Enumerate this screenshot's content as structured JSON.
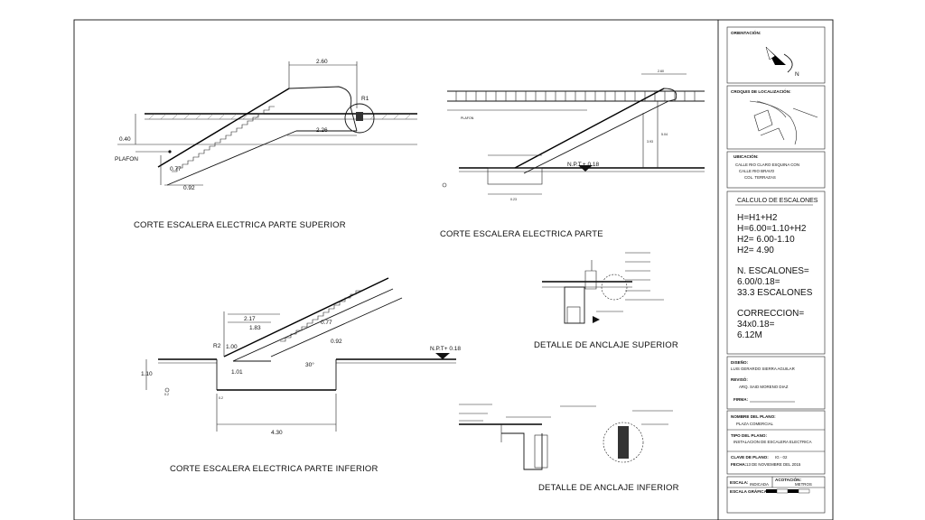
{
  "views": {
    "top_section": {
      "title": "CORTE ESCALERA ELECTRICA PARTE SUPERIOR",
      "dims": {
        "width": "2.60",
        "radius": "R1",
        "run": "2.26",
        "depth": "0.40",
        "step1": "0.77",
        "step2": "0.92"
      },
      "plafon_label": "PLAFON"
    },
    "side_section": {
      "title": "CORTE ESCALERA ELECTRICA PARTE",
      "level": "N.P.T.+ 0.18",
      "plafon_label": "PLAFON",
      "dims": {
        "height": "5.04",
        "height2": "3.93",
        "top": "2.60",
        "base": "0.23"
      }
    },
    "bottom_section": {
      "title": "CORTE ESCALERA ELECTRICA PARTE INFERIOR",
      "level": "N.P.T+ 0.18",
      "dims": {
        "top": "2.17",
        "top2": "1.83",
        "step1": "0.77",
        "step2": "0.92",
        "radius": "R2",
        "h1": "1.00",
        "h2": "1.01",
        "h3": "1.10",
        "angle": "30°",
        "pit": "0.2",
        "pit2": "0.2",
        "length": "4.30"
      }
    },
    "detail_top": {
      "title": "DETALLE DE ANCLAJE SUPERIOR"
    },
    "detail_bottom": {
      "title": "DETALLE DE ANCLAJE INFERIOR"
    }
  },
  "title_block": {
    "orientation_label": "ORIENTACIÓN:",
    "north": "N",
    "location_label": "CROQUIS DE LOCALIZACIÓN:",
    "address_label": "UBICACIÓN:",
    "address_lines": [
      "CALLE RIO CLARO ESQUINA CON",
      "CALLE RIO BRAVO",
      "COL. TERRAZAS"
    ],
    "calc_heading": "CALCULO DE ESCALONES",
    "calc_lines": [
      "H=H1+H2",
      "H=6.00=1.10+H2",
      "H2= 6.00-1.10",
      "H2= 4.90"
    ],
    "steps_lines": [
      "N. ESCALONES=",
      "6.00/0.18=",
      "33.3 ESCALONES"
    ],
    "correction_lines": [
      "CORRECCION=",
      "34x0.18=",
      "6.12M"
    ],
    "design_label": "DISEÑO:",
    "designer": "LUIS GERARDO SIERRA AGUILAR",
    "review_label": "REVISÓ:",
    "reviewer": "ARQ. SAID MORENO DIAZ",
    "signature_label": "FIRMA:",
    "plan_name_label": "NOMBRE DEL PLANO:",
    "plan_name": "PLAZA COMERCIAL",
    "plan_type_label": "TIPO DEL PLANO:",
    "plan_type": "INSTALACION DE ESCALERA ELECTRICA",
    "plan_key_label": "CLAVE DE PLANO:",
    "plan_key": "IG - 02",
    "date_label": "FECHA:",
    "date": "13 DE NOVIEMBRE DEL 2015",
    "scale_label": "ESCALA:",
    "scale_value": "INDICADA",
    "units_label": "ACOTACIÓN:",
    "units_value": "METROS",
    "graphic_scale_label": "ESCALA GRÁFICA:"
  }
}
